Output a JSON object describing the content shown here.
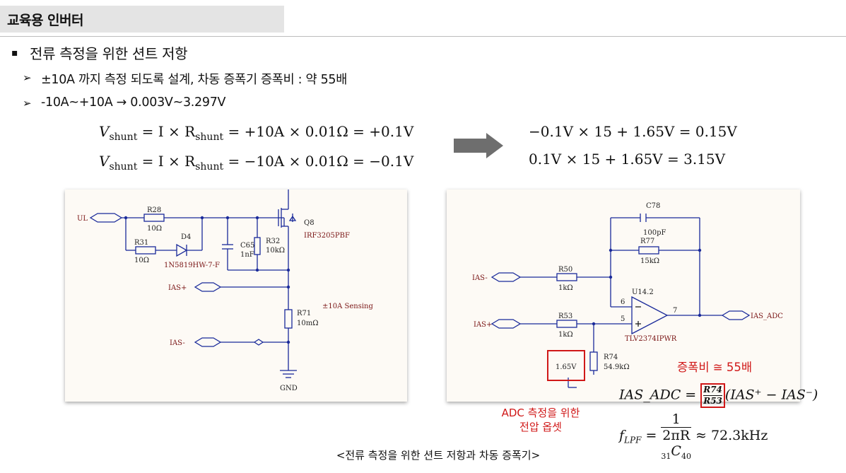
{
  "title": "교육용 인버터",
  "heading": "전류 측정을 위한 션트 저항",
  "bullet_symbol": "▪",
  "arrow_symbol": "➢",
  "items": [
    "±10A 까지 측정 되도록 설계, 차동 증폭기 증폭비 : 약 55배",
    "-10A~+10A → 0.003V~3.297V"
  ],
  "equations_left": [
    {
      "lhs": "V",
      "lhs_sub": "shunt",
      "mid": " = I × R",
      "mid_sub": "shunt",
      "rhs": " = +10A × 0.01Ω = +0.1V"
    },
    {
      "lhs": "V",
      "lhs_sub": "shunt",
      "mid": " = I × R",
      "mid_sub": "shunt",
      "rhs": " = −10A × 0.01Ω = −0.1V"
    }
  ],
  "equations_right": [
    "−0.1V × 15 + 1.65V = 0.15V",
    "0.1V × 15 + 1.65V = 3.15V"
  ],
  "schematic_left": {
    "UL": "UL",
    "R28": "R28",
    "R28_val": "10Ω",
    "R31": "R31",
    "R31_val": "10Ω",
    "D4": "D4",
    "D4_part": "1N5819HW-7-F",
    "C65": "C65",
    "C65_val": "1nF",
    "R32": "R32",
    "R32_val": "10kΩ",
    "Q8": "Q8",
    "Q8_part": "IRF3205PBF",
    "IAS_plus": "IAS+",
    "IAS_minus": "IAS-",
    "R71": "R71",
    "R71_val": "10mΩ",
    "sensing": "±10A Sensing",
    "GND": "GND"
  },
  "schematic_right": {
    "C78": "C78",
    "C78_val": "100pF",
    "R77": "R77",
    "R77_val": "15kΩ",
    "IAS_minus": "IAS-",
    "IAS_plus": "IAS+",
    "R50": "R50",
    "R50_val": "1kΩ",
    "R53": "R53",
    "R53_val": "1kΩ",
    "U14": "U14.2",
    "U14_part": "TLV2374IPWR",
    "pin6": "6",
    "pin5": "5",
    "pin7": "7",
    "out": "IAS_ADC",
    "R74": "R74",
    "R74_val": "54.9kΩ",
    "offset": "1.65V"
  },
  "gain_note": "증폭비 ≅ 55배",
  "adc_note_line1": "ADC 측정을 위한",
  "adc_note_line2": "전압 옵셋",
  "ias_formula": {
    "lhs": "IAS_ADC = ",
    "num": "R74",
    "den": "R53",
    "rhs": "(IAS⁺ − IAS⁻)"
  },
  "lpf_formula": {
    "lhs": "f",
    "lhs_sub": "LPF",
    "eq": " = ",
    "num": "1",
    "den": "2πR",
    "den_sub1": "31",
    "den_mid": "C",
    "den_sub2": "40",
    "rhs": " ≈ 72.3kHz"
  },
  "caption": "<전류 측정을 위한 션트 저항과 차동 증폭기>",
  "colors": {
    "accent_red": "#d01818",
    "schematic_red": "#7a1515",
    "wire_blue": "#1a2a9a",
    "arrow_gray": "#6e6e6e"
  }
}
